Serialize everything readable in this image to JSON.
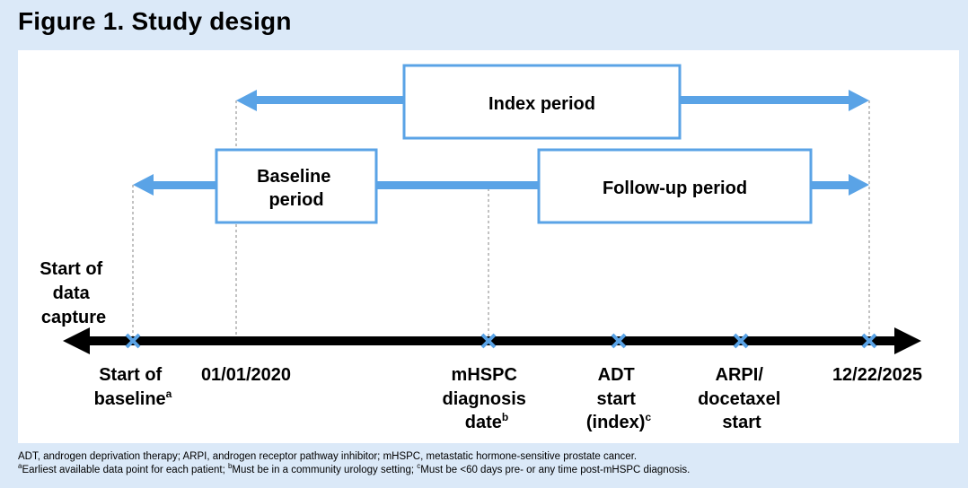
{
  "figure_title": "Figure 1. Study design",
  "periods": {
    "index": "Index period",
    "baseline": [
      "Baseline",
      "period"
    ],
    "followup": "Follow-up period"
  },
  "axis_start_label": [
    "Start of",
    "data",
    "capture"
  ],
  "timeline_labels": {
    "start_of_baseline": {
      "lines": [
        "Start of",
        "baseline"
      ],
      "mark": "a"
    },
    "date_2020": {
      "lines": [
        "01/01/2020"
      ]
    },
    "mhspc": {
      "lines": [
        "mHSPC",
        "diagnosis",
        "date"
      ],
      "mark": "b"
    },
    "adt": {
      "lines": [
        "ADT",
        "start",
        "(index)"
      ],
      "mark": "c"
    },
    "arpi": {
      "lines": [
        "ARPI/",
        "docetaxel",
        "start"
      ]
    },
    "date_2025": {
      "lines": [
        "12/22/2025"
      ]
    }
  },
  "footnotes": {
    "line1": "ADT, androgen deprivation therapy; ARPI, androgen receptor pathway inhibitor; mHSPC, metastatic hormone-sensitive prostate cancer.",
    "line2": [
      {
        "sup": "a",
        "text": "Earliest available data point for each patient; "
      },
      {
        "sup": "b",
        "text": "Must be in a community urology setting; "
      },
      {
        "sup": "c",
        "text": "Must be <60 days pre- or any time post-mHSPC diagnosis."
      }
    ]
  },
  "colors": {
    "arrow_blue": "#5aa3e6",
    "box_border": "#5aa3e6",
    "marker_blue": "#5aa3e6",
    "axis": "#000000",
    "background": "#dbe9f8",
    "panel": "#ffffff"
  }
}
